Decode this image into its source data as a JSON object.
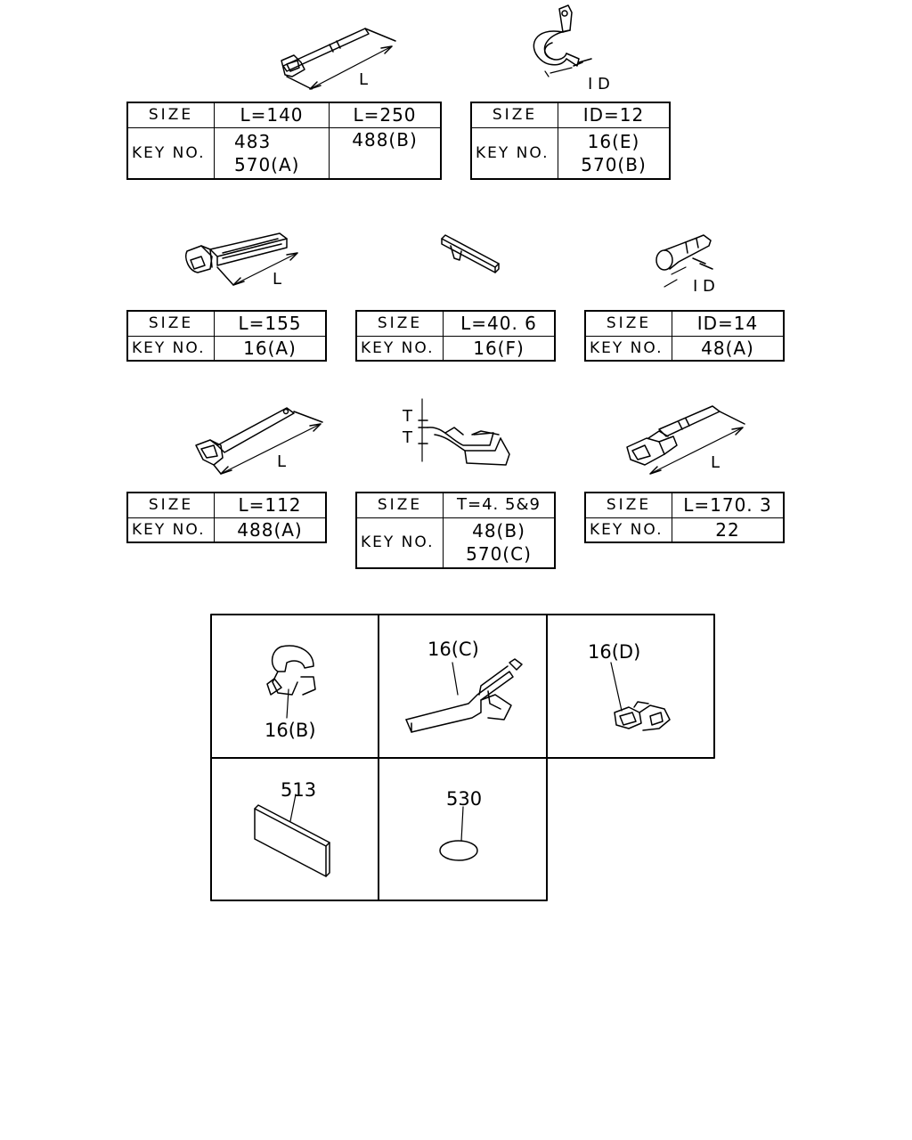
{
  "labels": {
    "L": "L",
    "ID": "I D",
    "ID2": "I D",
    "T": "T",
    "size": "SIZE",
    "key_no": "KEY NO."
  },
  "tables": [
    {
      "id": "t1",
      "size_values": [
        "L=140",
        "L=250"
      ],
      "key_values": [
        [
          "483",
          "570(A)"
        ],
        [
          "488(B)"
        ]
      ]
    },
    {
      "id": "t2",
      "size_values": [
        "ID=12"
      ],
      "key_values": [
        [
          "16(E)",
          "570(B)"
        ]
      ]
    },
    {
      "id": "t3",
      "size_values": [
        "L=155"
      ],
      "key_values": [
        [
          "16(A)"
        ]
      ]
    },
    {
      "id": "t4",
      "size_values": [
        "L=40. 6"
      ],
      "key_values": [
        [
          "16(F)"
        ]
      ]
    },
    {
      "id": "t5",
      "size_values": [
        "ID=14"
      ],
      "key_values": [
        [
          "48(A)"
        ]
      ]
    },
    {
      "id": "t6",
      "size_values": [
        "L=112"
      ],
      "key_values": [
        [
          "488(A)"
        ]
      ]
    },
    {
      "id": "t7",
      "size_values": [
        "T=4. 5&9"
      ],
      "key_values": [
        [
          "48(B)",
          "570(C)"
        ]
      ]
    },
    {
      "id": "t8",
      "size_values": [
        "L=170. 3"
      ],
      "key_values": [
        [
          "22"
        ]
      ]
    }
  ],
  "grid": {
    "callouts": [
      "16(B)",
      "16(C)",
      "16(D)",
      "513",
      "530"
    ]
  }
}
